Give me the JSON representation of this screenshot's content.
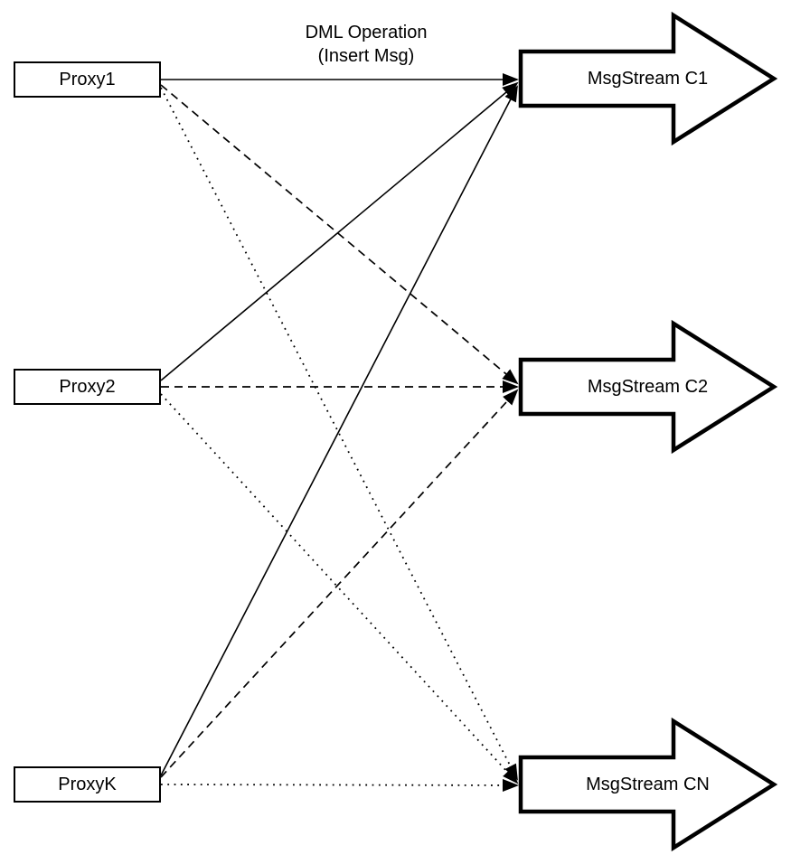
{
  "diagram": {
    "title_line1": "DML Operation",
    "title_line2": "(Insert Msg)",
    "proxies": [
      {
        "id": "proxy1",
        "label": "Proxy1"
      },
      {
        "id": "proxy2",
        "label": "Proxy2"
      },
      {
        "id": "proxyk",
        "label": "ProxyK"
      }
    ],
    "streams": [
      {
        "id": "msgstream-c1",
        "label": "MsgStream C1"
      },
      {
        "id": "msgstream-c2",
        "label": "MsgStream C2"
      },
      {
        "id": "msgstream-cn",
        "label": "MsgStream CN"
      }
    ],
    "edges": [
      {
        "from": "Proxy1",
        "to": "MsgStream C1",
        "style": "solid"
      },
      {
        "from": "Proxy1",
        "to": "MsgStream C2",
        "style": "dashed"
      },
      {
        "from": "Proxy1",
        "to": "MsgStream CN",
        "style": "dotted"
      },
      {
        "from": "Proxy2",
        "to": "MsgStream C1",
        "style": "solid"
      },
      {
        "from": "Proxy2",
        "to": "MsgStream C2",
        "style": "dashed"
      },
      {
        "from": "Proxy2",
        "to": "MsgStream CN",
        "style": "dotted"
      },
      {
        "from": "ProxyK",
        "to": "MsgStream C1",
        "style": "solid"
      },
      {
        "from": "ProxyK",
        "to": "MsgStream C2",
        "style": "dashed"
      },
      {
        "from": "ProxyK",
        "to": "MsgStream CN",
        "style": "dotted"
      }
    ],
    "colors": {
      "stroke": "#000000",
      "fill": "#ffffff"
    }
  }
}
